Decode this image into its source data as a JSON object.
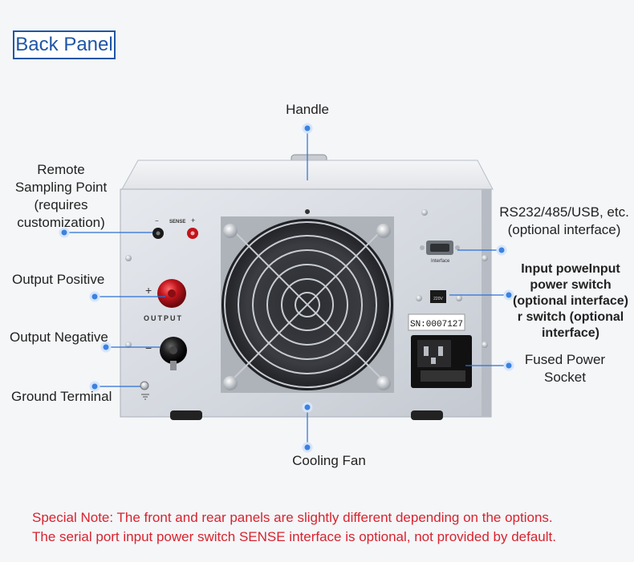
{
  "title": "Back Panel",
  "labels": {
    "handle": "Handle",
    "remote_sampling": [
      "Remote",
      "Sampling Point",
      "(requires",
      "customization)"
    ],
    "output_positive": "Output Positive",
    "output_negative": "Output Negative",
    "ground_terminal": "Ground Terminal",
    "cooling_fan": "Cooling Fan",
    "interface": [
      "RS232/485/USB, etc.",
      "(optional interface)"
    ],
    "power_switch": [
      "Input poweInput",
      "power switch",
      "(optional interface)",
      "r switch (optional",
      "interface)"
    ],
    "fused_socket": [
      "Fused Power",
      "Socket"
    ]
  },
  "panel_text": {
    "sense": "SENSE",
    "minus": "−",
    "plus": "+",
    "output": "OUTPUT",
    "interface": "Interface",
    "serial": "SN:0007127",
    "switch_label": "220V"
  },
  "notes": [
    "Special Note: The front and rear panels are slightly different depending on the options.",
    "The serial port input power switch SENSE interface is optional, not provided by default."
  ],
  "colors": {
    "title": "#1f56a6",
    "callout_line": "#2a6fd6",
    "callout_dot": "#3b82e0",
    "note": "#d9232e",
    "terminal_red": "#c0141c",
    "panel": "#d9dde3"
  }
}
